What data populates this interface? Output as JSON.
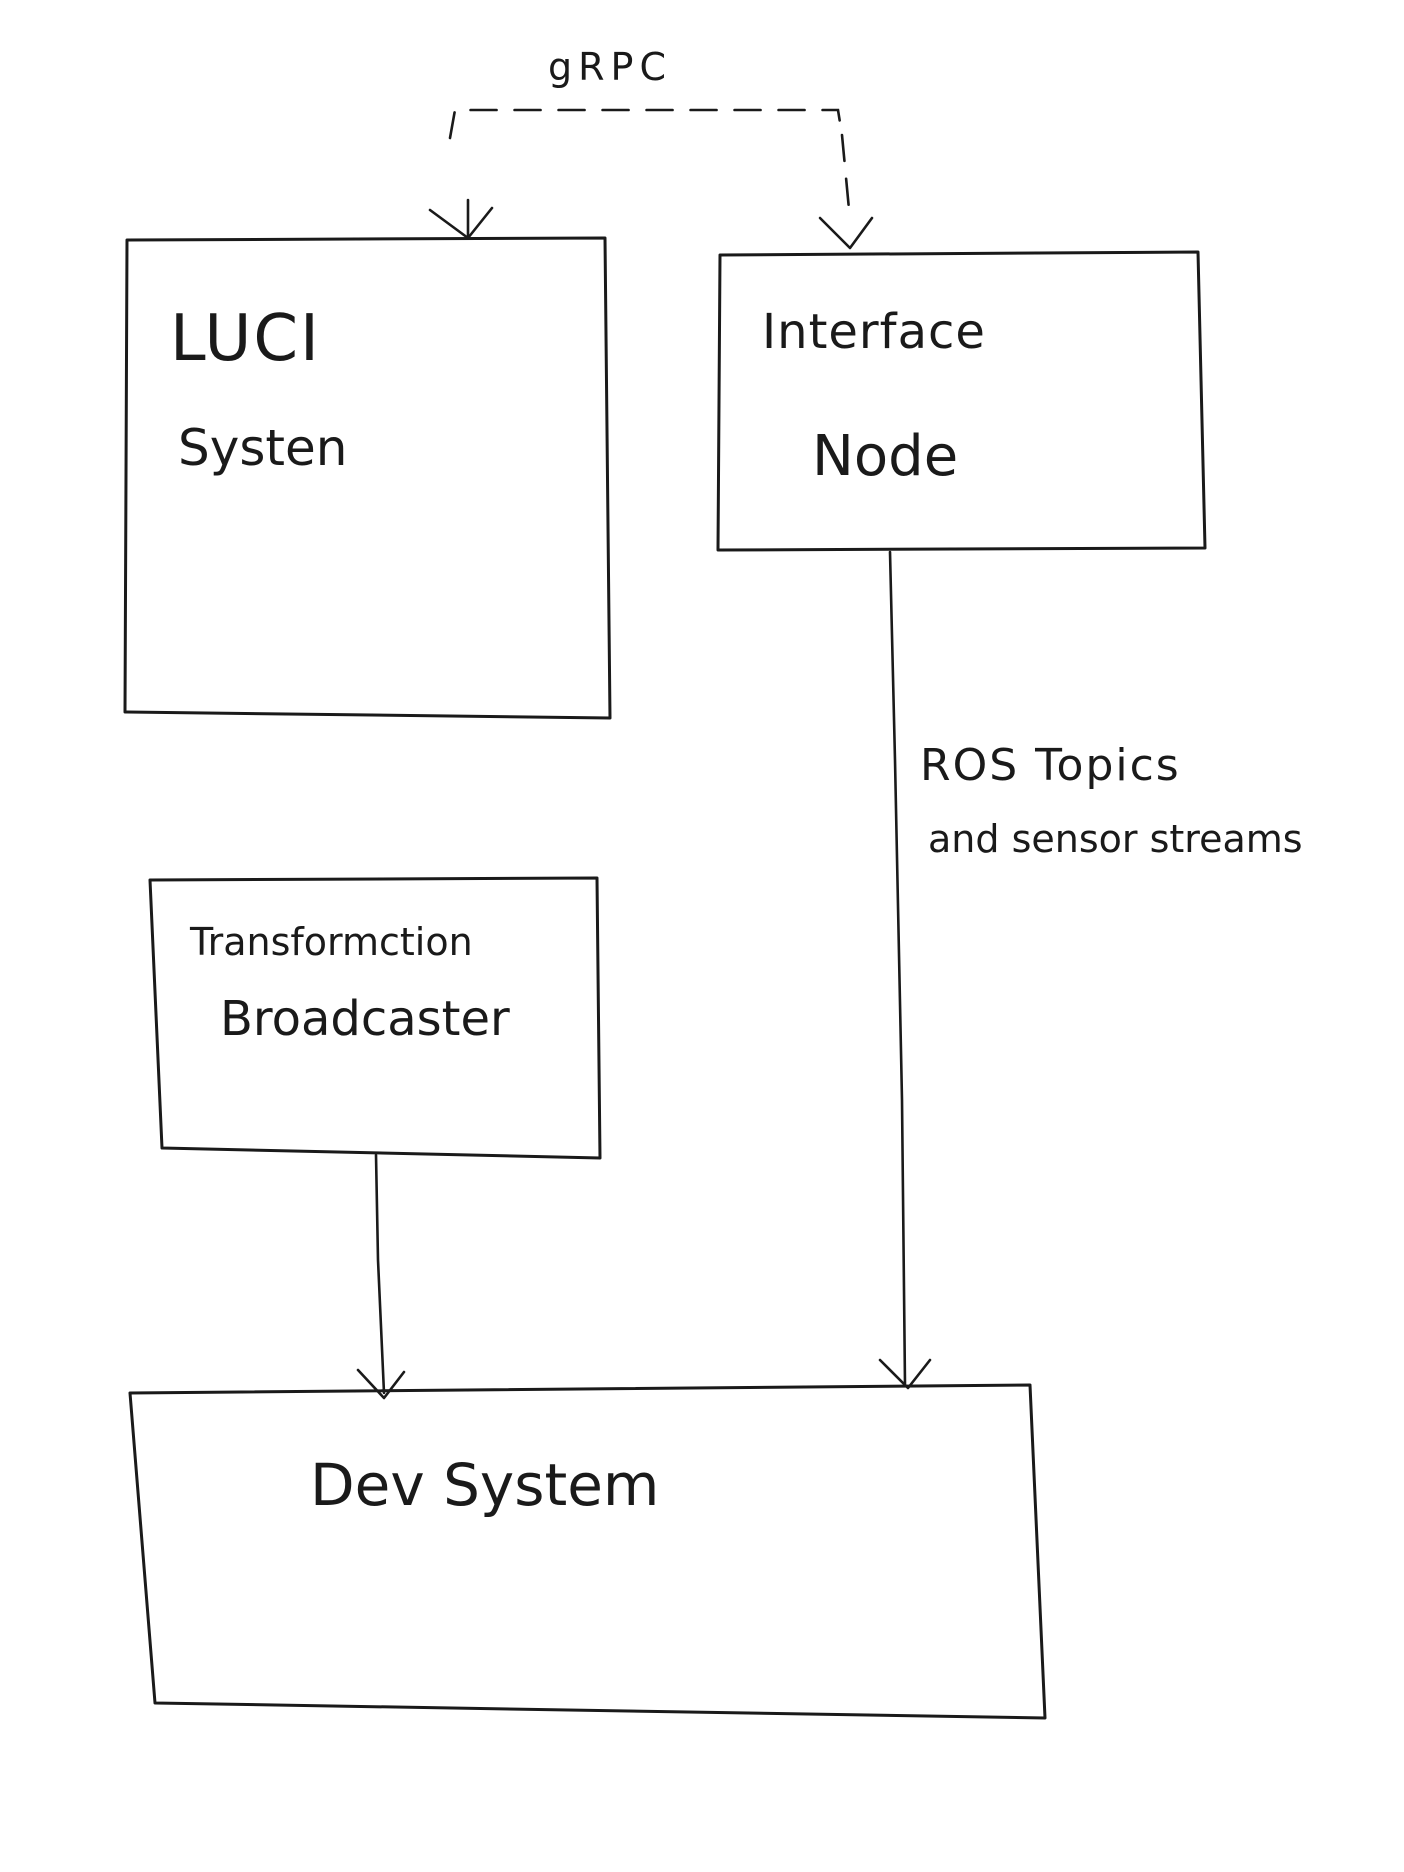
{
  "diagram": {
    "edges": {
      "grpc": "gRPC",
      "ros_line1": "ROS Topics",
      "ros_line2": "and sensor streams"
    },
    "nodes": {
      "luci": {
        "line1": "LUCI",
        "line2": "Systen"
      },
      "interface": {
        "line1": "Interface",
        "line2": "Node"
      },
      "transform": {
        "line1": "Transformction",
        "line2": "Broadcaster"
      },
      "dev": {
        "line1": "Dev System"
      }
    },
    "ink_color": "#1a1a1a",
    "background": "#ffffff"
  }
}
